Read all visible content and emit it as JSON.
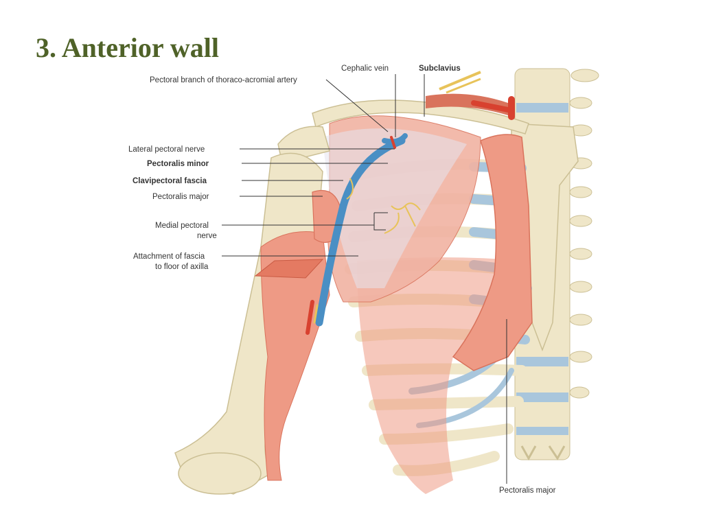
{
  "slide": {
    "title": "3. Anterior wall"
  },
  "labels": {
    "pectoral_branch": "Pectoral branch of thoraco-acromial artery",
    "cephalic_vein": "Cephalic vein",
    "subclavius": "Subclavius",
    "lateral_pectoral_nerve": "Lateral pectoral nerve",
    "pectoralis_minor": "Pectoralis minor",
    "clavipectoral_fascia": "Clavipectoral fascia",
    "pectoralis_major_left": "Pectoralis major",
    "medial_pectoral_nerve_line1": "Medial pectoral",
    "medial_pectoral_nerve_line2": "nerve",
    "attachment_line1": "Attachment of fascia",
    "attachment_line2": "to floor of axilla",
    "pectoralis_major_bottom": "Pectoralis major"
  },
  "colors": {
    "title": "#4f6228",
    "bone": "#efe6c8",
    "bone_shadow": "#d9cba2",
    "muscle": "#ee9a85",
    "muscle_dark": "#d9735c",
    "cartilage": "#a9c6dc",
    "vein": "#4a8fc4",
    "artery": "#d8412f",
    "nerve": "#e8c35a",
    "fascia": "#e6e3ee"
  }
}
